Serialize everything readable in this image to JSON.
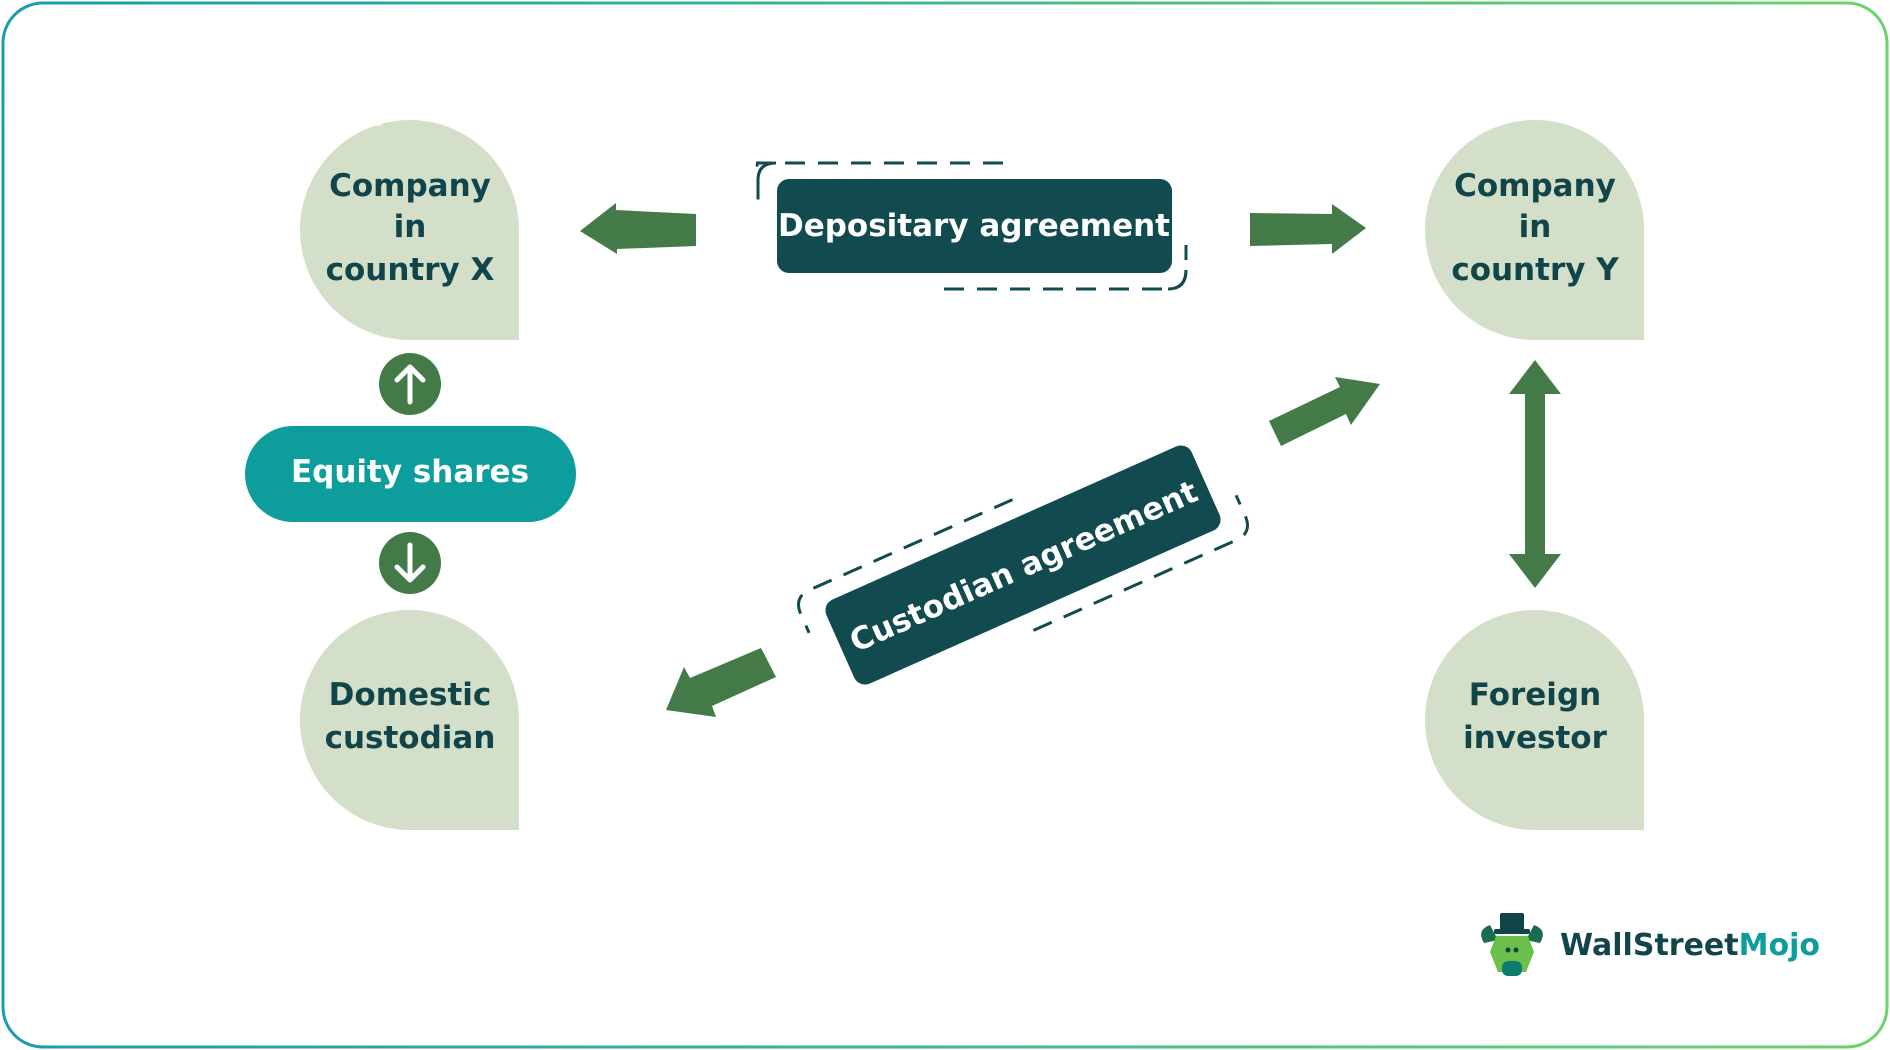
{
  "nodes": {
    "company_x": [
      "Company",
      "in",
      "country X"
    ],
    "company_y": [
      "Company",
      "in",
      "country Y"
    ],
    "domestic_custodian": [
      "Domestic",
      "custodian"
    ],
    "foreign_investor": [
      "Foreign",
      "investor"
    ]
  },
  "labels": {
    "equity_shares": "Equity shares",
    "depositary_agreement": "Depositary agreement",
    "custodian_agreement": "Custodian agreement"
  },
  "brand": {
    "name_part1": "WallStreet",
    "name_part2": "Mojo"
  },
  "colors": {
    "node_fill": "#d3dfc8",
    "node_text": "#11454a",
    "label_dark": "#114b4f",
    "label_teal": "#0e9d9d",
    "arrow_green": "#447a48",
    "frame_gradient_start": "#1a9bb0",
    "frame_gradient_end": "#6cd46a",
    "brand_dark": "#11454a",
    "brand_teal": "#0e9d9d"
  },
  "icons": {
    "up_arrow": "arrow-up-circle-icon",
    "down_arrow": "arrow-down-circle-icon",
    "logo": "wallstreetmojo-logo-icon"
  }
}
